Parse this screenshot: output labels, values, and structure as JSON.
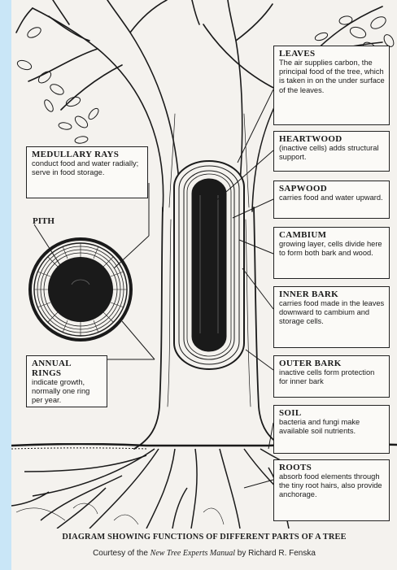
{
  "labels": {
    "leaves": {
      "title": "LEAVES",
      "desc": "The air supplies carbon, the principal food of the tree, which is taken in on the under surface of the leaves."
    },
    "heartwood": {
      "title": "HEARTWOOD",
      "desc": "(inactive cells) adds structural support."
    },
    "sapwood": {
      "title": "SAPWOOD",
      "desc": "carries food and water upward."
    },
    "cambium": {
      "title": "CAMBIUM",
      "desc": "growing layer, cells divide here to form both bark and wood."
    },
    "inner_bark": {
      "title": "INNER BARK",
      "desc": "carries food made in the leaves downward to cambium and storage cells."
    },
    "outer_bark": {
      "title": "OUTER BARK",
      "desc": "inactive cells form protection for inner bark"
    },
    "soil": {
      "title": "SOIL",
      "desc": "bacteria and fungi make available soil nutrients."
    },
    "roots": {
      "title": "ROOTS",
      "desc": "absorb food elements through the tiny root hairs, also provide anchorage."
    },
    "medullary_rays": {
      "title": "MEDULLARY RAYS",
      "desc": "conduct food and water radially; serve in food storage."
    },
    "pith": {
      "title": "PITH"
    },
    "annual_rings": {
      "title": "ANNUAL RINGS",
      "desc": "indicate growth, normally one ring per year."
    }
  },
  "caption": {
    "title": "DIAGRAM SHOWING FUNCTIONS OF DIFFERENT PARTS OF A TREE",
    "credit_prefix": "Courtesy of the ",
    "credit_book": "New Tree Experts Manual",
    "credit_suffix": " by Richard R. Fenska"
  },
  "colors": {
    "ink": "#1a1a1a",
    "paper": "#f4f2ee",
    "frame": "#c9e6f7"
  }
}
